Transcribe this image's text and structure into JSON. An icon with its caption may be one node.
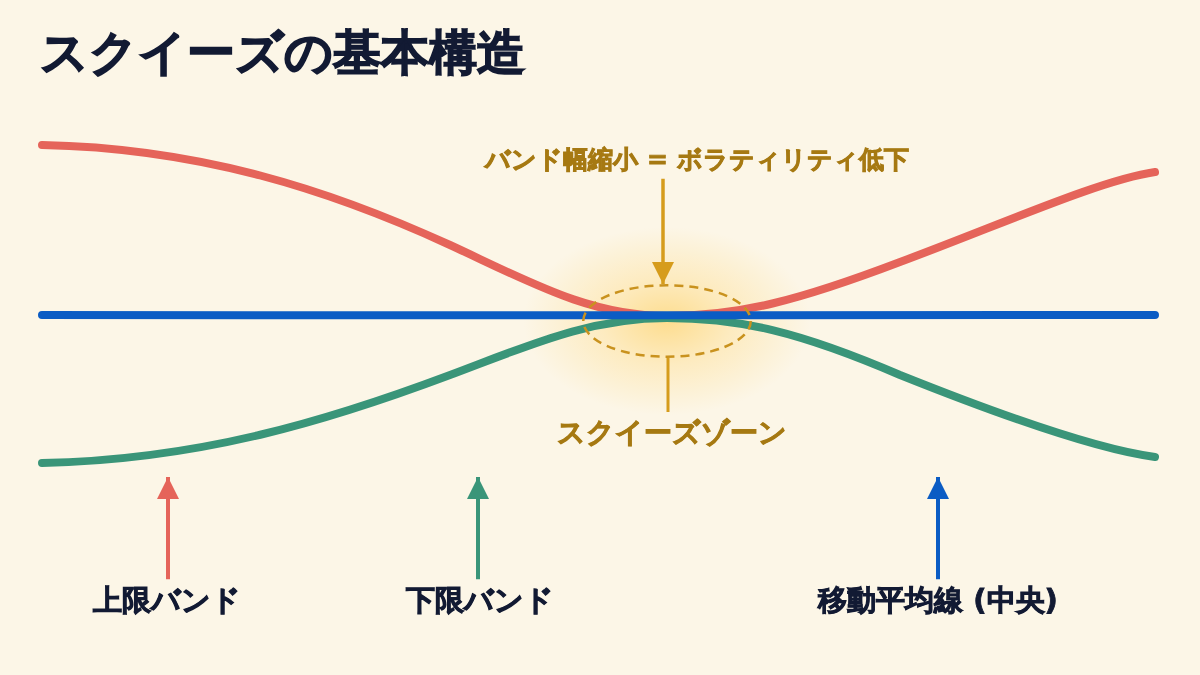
{
  "diagram": {
    "title": "スクイーズの基本構造",
    "nodes": [
      {
        "text": [
          "バンド幅縮小 = ボラティリティ低下"
        ]
      },
      {
        "text": [],
        "shape": "ellipse"
      },
      {
        "text": [
          "スクイーズゾーン"
        ]
      },
      {
        "text": [
          "上限バンド"
        ]
      },
      {
        "text": [
          "下限バンド"
        ]
      },
      {
        "text": [
          "移動平均線 (中央)"
        ]
      }
    ],
    "edges": [
      {
        "from": 0,
        "to": 1,
        "arrow": "to",
        "color": "#d69c1c"
      },
      {
        "from": 2,
        "to": 1,
        "arrow": "none",
        "color": "#d69c1c"
      },
      {
        "from": 3,
        "to": null,
        "arrow": "to",
        "color": "#e5645a"
      },
      {
        "from": 4,
        "to": null,
        "arrow": "to",
        "color": "#3a9579"
      },
      {
        "from": 5,
        "to": null,
        "arrow": "to",
        "color": "#0b5cc4"
      }
    ]
  }
}
